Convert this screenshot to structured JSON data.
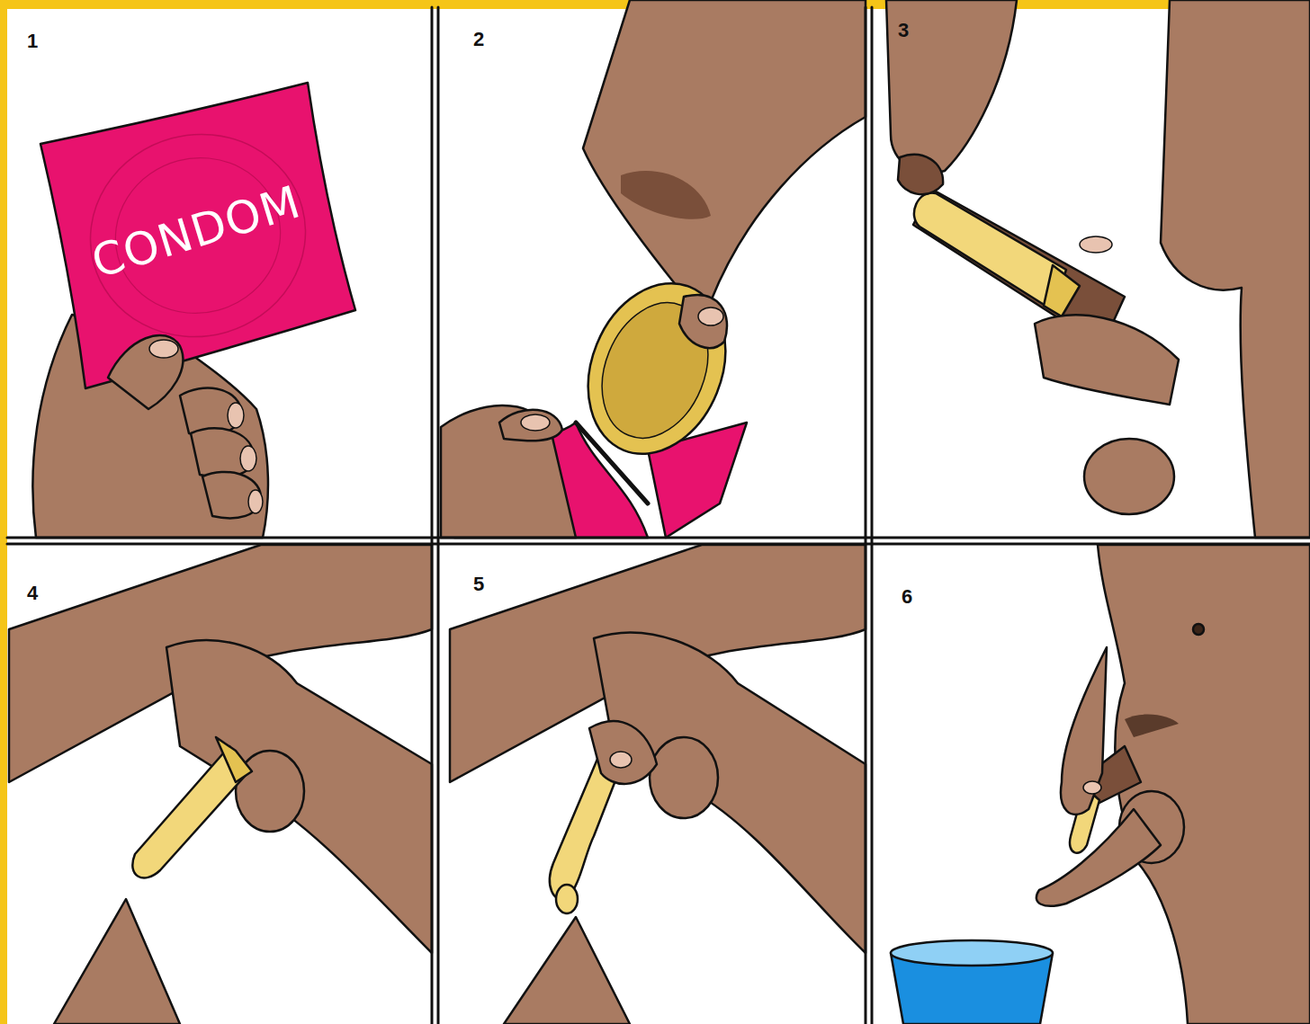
{
  "diagram": {
    "labels": [
      "1",
      "CONDOM",
      "2",
      "3",
      "4",
      "5",
      "6"
    ]
  }
}
